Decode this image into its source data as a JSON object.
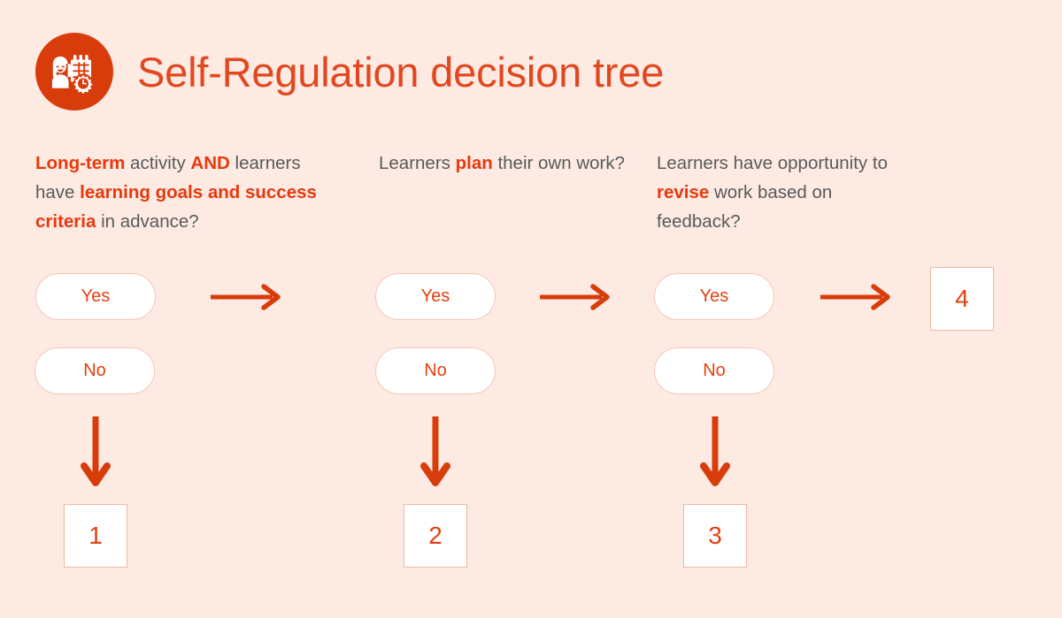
{
  "theme": {
    "background": "#fdeae3",
    "accent_red": "#e2481f",
    "badge_red": "#d93c0b",
    "highlight_red": "#e8380d",
    "body_gray": "#5a5a5a",
    "pill_border": "#f7c7b6",
    "box_border": "#f0b9a4"
  },
  "header": {
    "icon_name": "self-regulation-badge-icon",
    "title": "Self-Regulation decision tree"
  },
  "columns": [
    {
      "id": "column-0",
      "question_segments": [
        {
          "text": "Long-term",
          "highlight": true
        },
        {
          "text": " activity ",
          "highlight": false
        },
        {
          "text": "AND",
          "highlight": true
        },
        {
          "text": " learners have ",
          "highlight": false
        },
        {
          "text": "learning goals and success criteria",
          "highlight": true
        },
        {
          "text": " in advance?",
          "highlight": false
        }
      ],
      "question_plain": "Long-term activity AND learners have learning goals and success criteria in advance?",
      "options": [
        {
          "label": "Yes"
        },
        {
          "label": "No"
        }
      ]
    },
    {
      "id": "column-1",
      "question_segments": [
        {
          "text": "Learners ",
          "highlight": false
        },
        {
          "text": "plan",
          "highlight": true
        },
        {
          "text": " their own work?",
          "highlight": false
        }
      ],
      "question_plain": "Learners plan their own work?",
      "options": [
        {
          "label": "Yes"
        },
        {
          "label": "No"
        }
      ]
    },
    {
      "id": "column-2",
      "question_segments": [
        {
          "text": "Learners have opportunity to ",
          "highlight": false
        },
        {
          "text": "revise",
          "highlight": true
        },
        {
          "text": " work based on feedback?",
          "highlight": false
        }
      ],
      "question_plain": "Learners have opportunity to revise work based on feedback?",
      "options": [
        {
          "label": "Yes"
        },
        {
          "label": "No"
        }
      ]
    }
  ],
  "flow": {
    "horizontal_arrows": [
      {
        "name": "arrow-yes-to-column-1",
        "icon": "arrow-right-icon"
      },
      {
        "name": "arrow-yes-to-column-2",
        "icon": "arrow-right-icon"
      },
      {
        "name": "arrow-yes-to-outcome-4",
        "icon": "arrow-right-icon"
      }
    ],
    "vertical_arrows": [
      {
        "name": "arrow-no-to-outcome-1",
        "icon": "arrow-down-icon"
      },
      {
        "name": "arrow-no-to-outcome-2",
        "icon": "arrow-down-icon"
      },
      {
        "name": "arrow-no-to-outcome-3",
        "icon": "arrow-down-icon"
      }
    ]
  },
  "outcomes": [
    {
      "id": "outcome-1",
      "label": "1"
    },
    {
      "id": "outcome-2",
      "label": "2"
    },
    {
      "id": "outcome-3",
      "label": "3"
    },
    {
      "id": "outcome-4",
      "label": "4"
    }
  ]
}
